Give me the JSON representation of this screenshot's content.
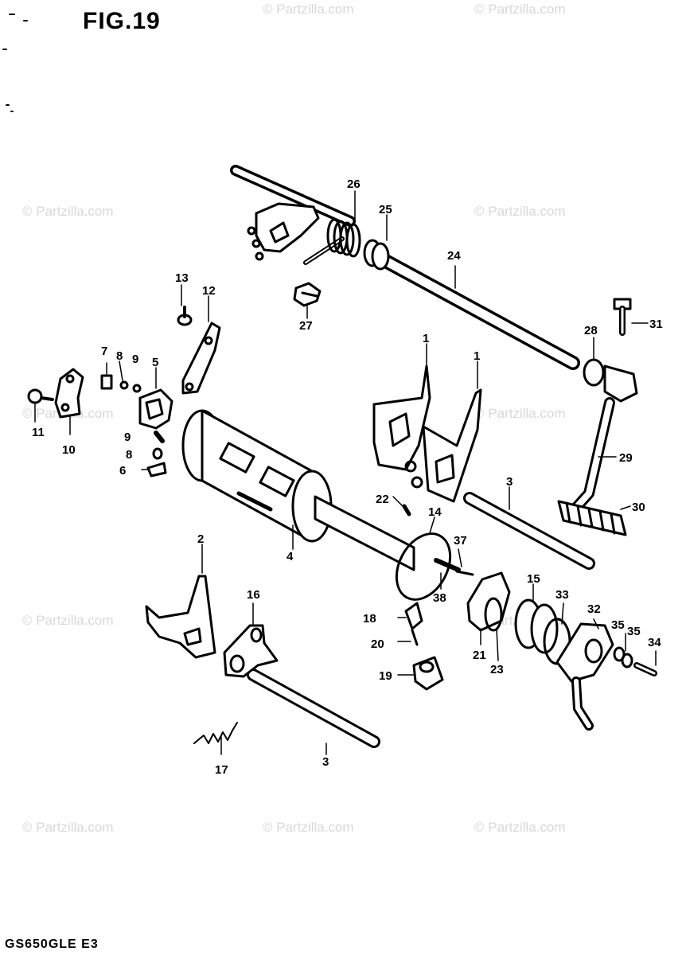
{
  "figure_title": "FIG.19",
  "model_code": "GS650GLE E3",
  "watermark": "© Partzilla.com",
  "callouts": [
    {
      "id": "c1a",
      "label": "1"
    },
    {
      "id": "c1b",
      "label": "1"
    },
    {
      "id": "c2",
      "label": "2"
    },
    {
      "id": "c3a",
      "label": "3"
    },
    {
      "id": "c3b",
      "label": "3"
    },
    {
      "id": "c4",
      "label": "4"
    },
    {
      "id": "c5",
      "label": "5"
    },
    {
      "id": "c6",
      "label": "6"
    },
    {
      "id": "c7",
      "label": "7"
    },
    {
      "id": "c8a",
      "label": "8"
    },
    {
      "id": "c8b",
      "label": "8"
    },
    {
      "id": "c9a",
      "label": "9"
    },
    {
      "id": "c9b",
      "label": "9"
    },
    {
      "id": "c10",
      "label": "10"
    },
    {
      "id": "c11",
      "label": "11"
    },
    {
      "id": "c12",
      "label": "12"
    },
    {
      "id": "c13",
      "label": "13"
    },
    {
      "id": "c14",
      "label": "14"
    },
    {
      "id": "c15",
      "label": "15"
    },
    {
      "id": "c16",
      "label": "16"
    },
    {
      "id": "c17",
      "label": "17"
    },
    {
      "id": "c18",
      "label": "18"
    },
    {
      "id": "c19",
      "label": "19"
    },
    {
      "id": "c20",
      "label": "20"
    },
    {
      "id": "c21",
      "label": "21"
    },
    {
      "id": "c22",
      "label": "22"
    },
    {
      "id": "c23",
      "label": "23"
    },
    {
      "id": "c24",
      "label": "24"
    },
    {
      "id": "c25",
      "label": "25"
    },
    {
      "id": "c26",
      "label": "26"
    },
    {
      "id": "c27",
      "label": "27"
    },
    {
      "id": "c28",
      "label": "28"
    },
    {
      "id": "c29",
      "label": "29"
    },
    {
      "id": "c30",
      "label": "30"
    },
    {
      "id": "c31",
      "label": "31"
    },
    {
      "id": "c32",
      "label": "32"
    },
    {
      "id": "c33",
      "label": "33"
    },
    {
      "id": "c34",
      "label": "34"
    },
    {
      "id": "c35a",
      "label": "35"
    },
    {
      "id": "c35b",
      "label": "35"
    },
    {
      "id": "c37",
      "label": "37"
    },
    {
      "id": "c38",
      "label": "38"
    }
  ]
}
